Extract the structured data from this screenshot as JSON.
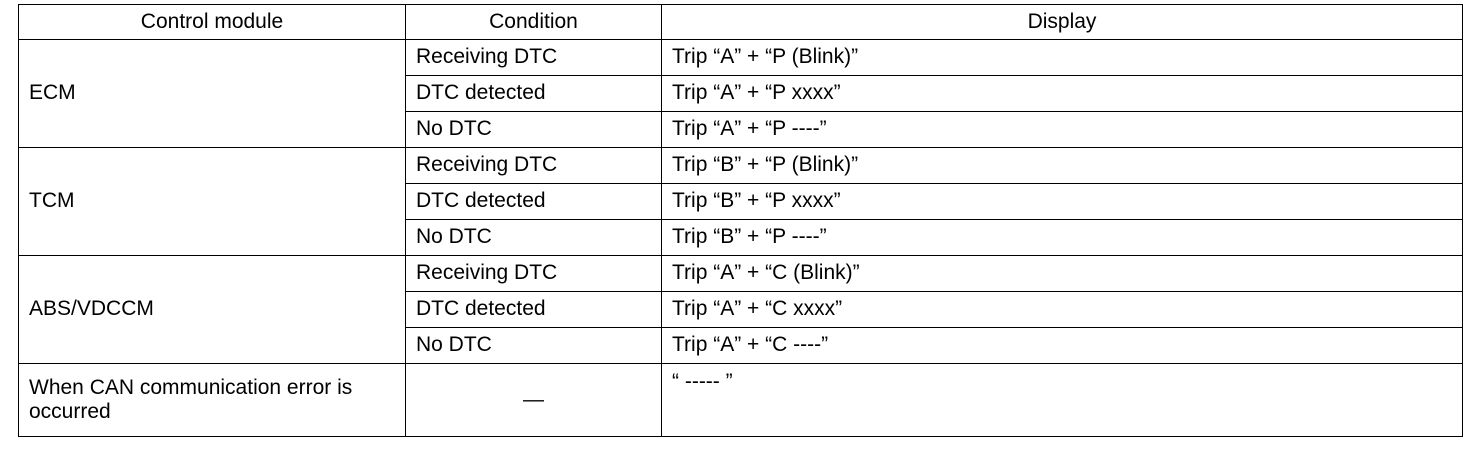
{
  "headers": {
    "module": "Control module",
    "condition": "Condition",
    "display": "Display"
  },
  "groups": [
    {
      "module": "ECM",
      "rows": [
        {
          "condition": "Receiving DTC",
          "display": "Trip “A” + “P (Blink)”"
        },
        {
          "condition": "DTC detected",
          "display": "Trip “A” + “P xxxx”"
        },
        {
          "condition": "No DTC",
          "display": "Trip “A” + “P ----”"
        }
      ]
    },
    {
      "module": "TCM",
      "rows": [
        {
          "condition": "Receiving DTC",
          "display": "Trip “B” + “P (Blink)”"
        },
        {
          "condition": "DTC detected",
          "display": "Trip “B” + “P xxxx”"
        },
        {
          "condition": "No DTC",
          "display": "Trip “B” + “P ----”"
        }
      ]
    },
    {
      "module": "ABS/VDCCM",
      "rows": [
        {
          "condition": "Receiving DTC",
          "display": "Trip “A” + “C (Blink)”"
        },
        {
          "condition": "DTC detected",
          "display": "Trip “A” + “C xxxx”"
        },
        {
          "condition": "No DTC",
          "display": "Trip “A” + “C ----”"
        }
      ]
    }
  ],
  "can_error": {
    "module": "When CAN communication error is occurred",
    "condition": "—",
    "display": "“ ----- ”"
  }
}
